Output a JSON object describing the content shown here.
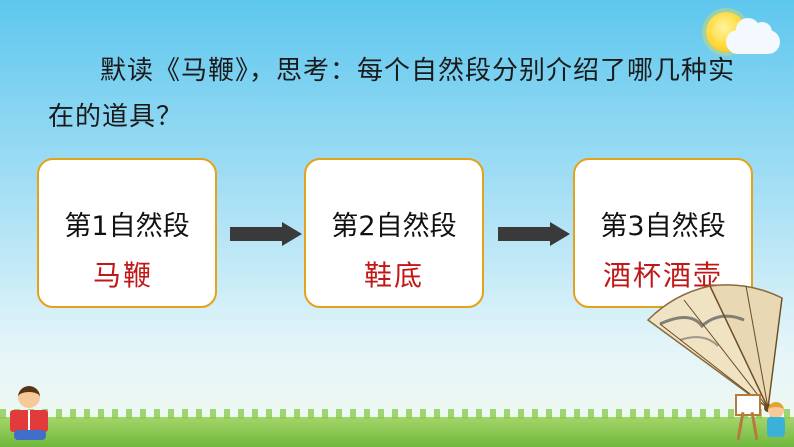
{
  "prompt": {
    "text": "默读《马鞭》，思考：每个自然段分别介绍了哪几种实在的道具？"
  },
  "steps": [
    {
      "title": "第1自然段",
      "item": "马鞭"
    },
    {
      "title": "第2自然段",
      "item": "鞋底"
    },
    {
      "title": "第3自然段",
      "item": "酒杯酒壶"
    }
  ],
  "colors": {
    "box_border": "#e2a21a",
    "item_text": "#c01818",
    "arrow": "#3a3a3a"
  },
  "icons": {
    "sun": "sun-icon",
    "cloud": "cloud-icon",
    "fan": "folding-fan-icon",
    "reader": "reading-child-icon",
    "easel": "easel-icon",
    "painter": "painter-child-icon"
  }
}
